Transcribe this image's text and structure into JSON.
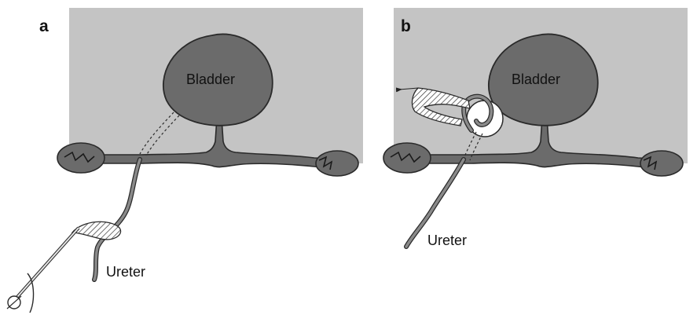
{
  "panels": [
    {
      "letter": "a",
      "bladder_label": "Bladder",
      "ureter_label": "Ureter"
    },
    {
      "letter": "b",
      "bladder_label": "Bladder",
      "ureter_label": "Ureter"
    }
  ],
  "colors": {
    "background_box": "#c4c4c4",
    "tissue": "#6b6b6b",
    "outline": "#2a2a2a",
    "ureter": "#8a8a8a",
    "suture_stripe": "#ffffff"
  }
}
